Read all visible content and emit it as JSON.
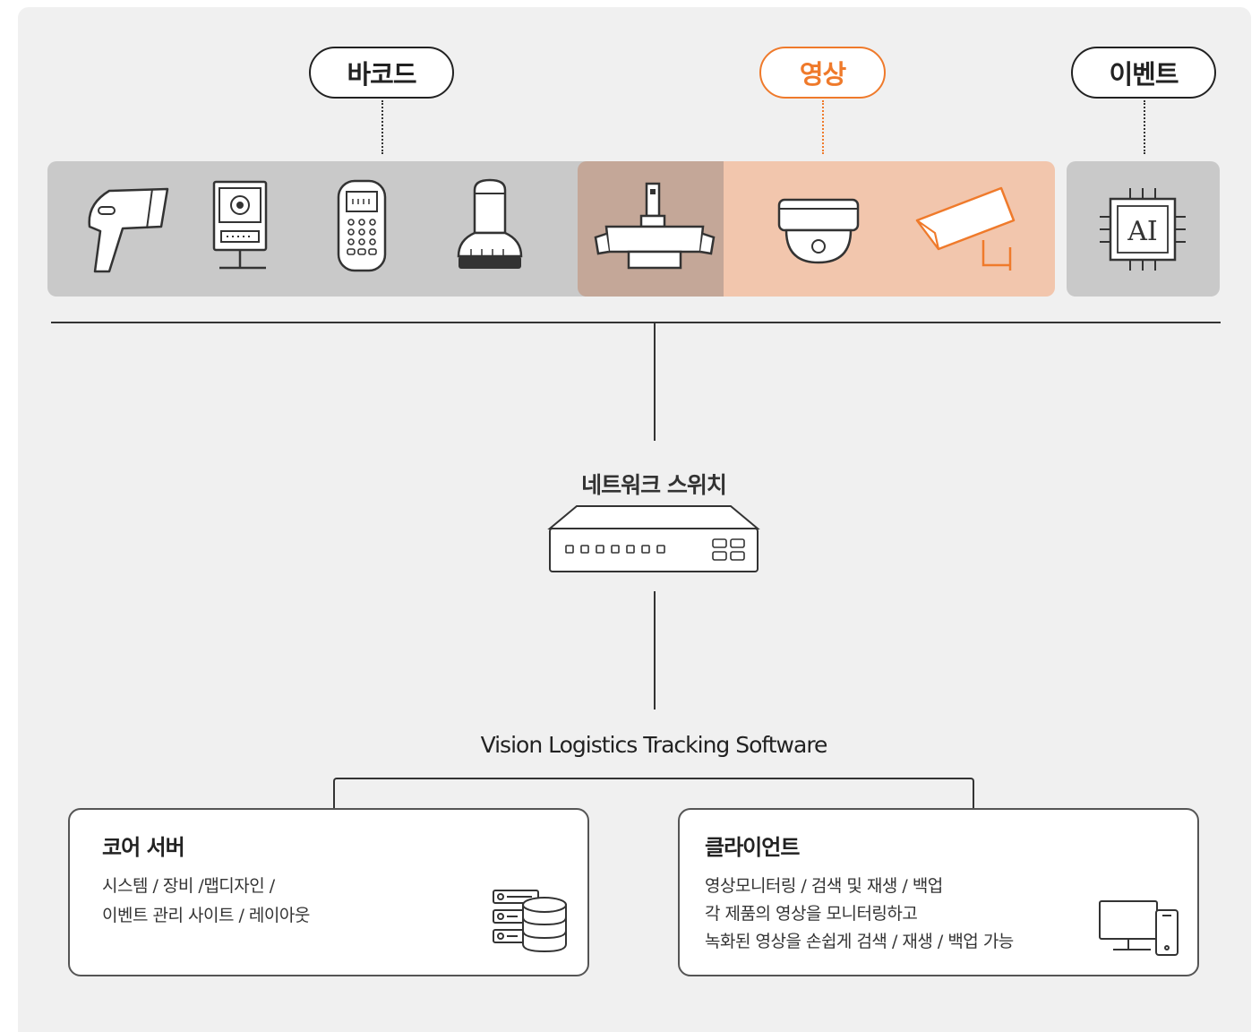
{
  "categories": {
    "barcode": "바코드",
    "video": "영상",
    "event": "이벤트"
  },
  "switch": {
    "label": "네트워크 스위치"
  },
  "software": {
    "label": "Vision Logistics Tracking Software"
  },
  "core_server": {
    "title": "코어 서버",
    "lines": [
      "시스템 / 장비 /맵디자인 /",
      "이벤트 관리 사이트 / 레이아웃"
    ]
  },
  "client": {
    "title": "클라이언트",
    "lines": [
      "영상모니터링 / 검색 및 재생 / 백업",
      "각 제품의 영상을 모니터링하고",
      "녹화된 영상을 손쉽게 검색 / 재생 / 백업 가능"
    ]
  },
  "devices": {
    "ai_chip_text": "AI"
  },
  "colors": {
    "accent": "#ef7a2b",
    "strip_gray": "#c9c9c9",
    "strip_orange": "#f2c6ad",
    "strip_overlap": "#c4a798"
  },
  "icons": [
    "barcode-scanner-icon",
    "fixed-reader-icon",
    "handheld-terminal-icon",
    "fixed-scanner-icon",
    "overhead-camera-icon",
    "dome-camera-icon",
    "bullet-camera-icon",
    "ai-chip-icon",
    "server-database-icon",
    "desktop-mobile-icon",
    "network-switch-icon"
  ]
}
